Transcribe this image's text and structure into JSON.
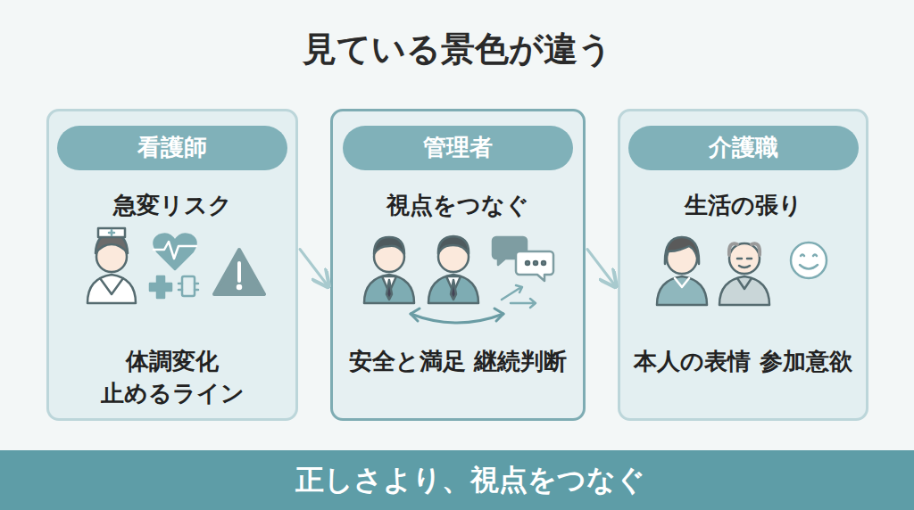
{
  "diagram": {
    "title": "見ている景色が違う",
    "nodes": [
      {
        "text": [
          "急変リスク",
          "体調変化 止めるライン"
        ]
      },
      {
        "text": [
          "看護師"
        ],
        "in": 0
      },
      {
        "text": [
          "視点をつなぐ",
          "安全と満足 継続判断"
        ]
      },
      {
        "text": [
          "管理者"
        ],
        "in": 2
      },
      {
        "text": [
          "生活の張り",
          "本人の表情 参加意欲"
        ]
      },
      {
        "text": [
          "介護職"
        ],
        "in": 4
      },
      {
        "text": [
          "正しさより、視点をつなぐ"
        ]
      }
    ],
    "edges": [
      {
        "from": 0,
        "to": 2,
        "arrow": "to"
      },
      {
        "from": 2,
        "to": 4,
        "arrow": "to"
      }
    ]
  }
}
